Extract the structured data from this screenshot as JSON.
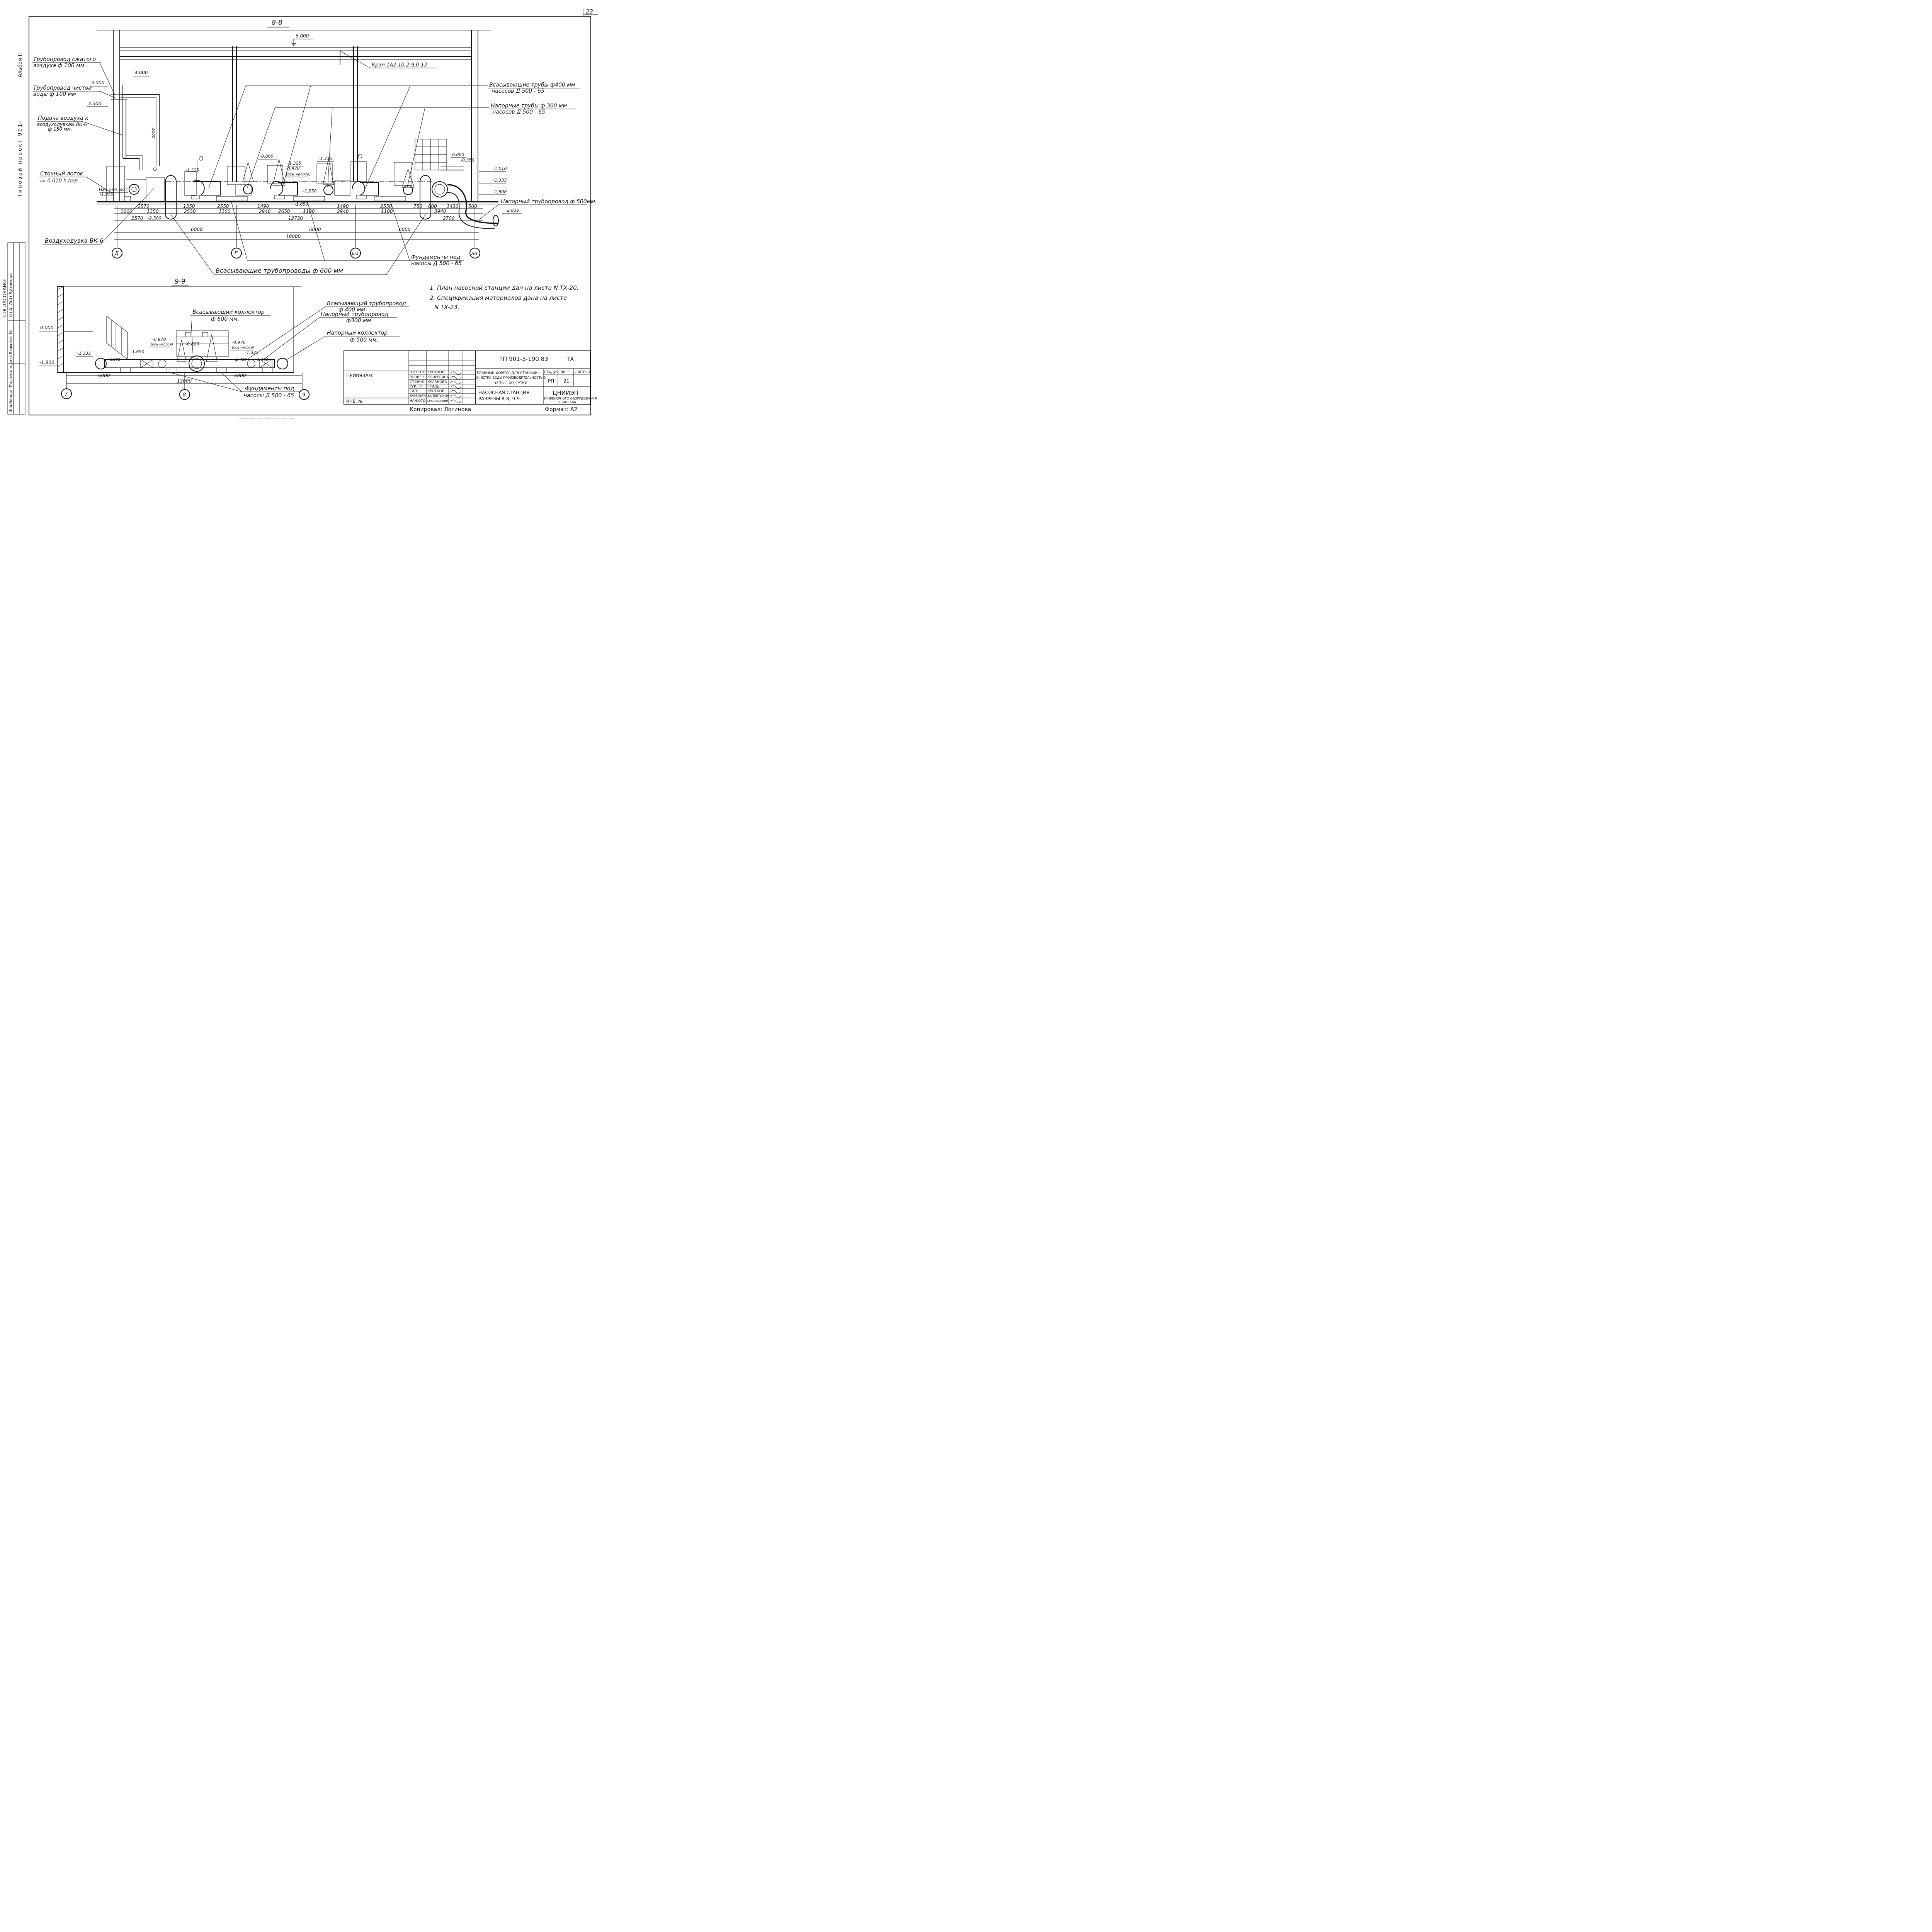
{
  "sheet_number": "23",
  "section_88": {
    "title": "8-8",
    "top_level": "6.000",
    "crane": "Кран 1А2-10,2-9,0-12",
    "compressed_air": [
      "Трубопровод сжатого",
      "воздуха  ф 100 мм"
    ],
    "clean_water": [
      "Трубопровод чистой",
      "воды  ф 100 мм"
    ],
    "air_supply": [
      "Подача воздуха к",
      "воздуходувкам ВК-6",
      "ф 150 мм."
    ],
    "drain": [
      "Сточный лоток",
      "i= 0.010  h пер."
    ],
    "elev_4000": "4.000",
    "elev_3500": "3.500",
    "elev_3300": "3.300",
    "pipe_d100": "ф100",
    "nach_otm": "Нач.отм. лот.",
    "elev_1950": "-1.950",
    "blower": "Воздуходувка ВК-6",
    "suction_pipes": [
      "Всасывающие трубы ф400 мм",
      "насосов  Д 500 - 65"
    ],
    "pressure_pipes": [
      "Напорные трубы  ф 300 мм",
      "насосов  Д 500 - 65"
    ],
    "pressure_main": "Напорный трубопровод ф 500мм.",
    "foundations": [
      "Фундаменты под",
      "насосы Д 500 - 65"
    ],
    "suction_mains": "Всасывающие   трубопроводы   ф 600 мм",
    "levels": {
      "m0800": "-0,800",
      "m1325a": "-1,325",
      "m1325b": "-1,325",
      "m0970": "-0,970",
      "axis_pump": "(ось насоса)",
      "m1335": "-1,335",
      "m1250": "-1,250",
      "m1650": "-1,650",
      "p0000": "0,000",
      "m0350": "-0,350",
      "m1010": "-1,010",
      "m1335r": "-1,335",
      "m1800": "-1,800",
      "m2835": "-2,835",
      "m2500": "-2,500"
    },
    "dims_row1": [
      "1000",
      "2570",
      "1350",
      "2550",
      "1490",
      "2650",
      "1490",
      "2550",
      "750",
      "800",
      "1430",
      "500"
    ],
    "dims_row2": [
      "2530",
      "1100",
      "2940",
      "1100",
      "2940",
      "1100",
      "3940"
    ],
    "dims_row3": [
      "2570",
      "1350",
      "12730",
      "2700"
    ],
    "dims_row4": [
      "6000",
      "6000",
      "6000"
    ],
    "dims_total": "18000",
    "axes": [
      "Д",
      "Г",
      "Б/1",
      "А/1"
    ]
  },
  "section_99": {
    "title": "9-9",
    "level_0": "0.000",
    "level_1800": "-1,800",
    "level_1335": "-1,335",
    "level_1650": "-1,650",
    "level_0970a": "-0,970",
    "axis_pump_a": "(ось насоса)",
    "level_0800": "-0,800",
    "level_0970b": "-0,970",
    "axis_pump_b": "(ось насоса)",
    "level_1325": "-1,325",
    "d300a": "ф300",
    "d400": "ф 400",
    "d300b": "ф 300",
    "suction_collector": [
      "Всасывающий  коллектор",
      "ф 600 мм."
    ],
    "suction_pipe": [
      "Всасывающий трубопровод",
      "ф 400 мм"
    ],
    "pressure_pipe": [
      "Напорный трубопровод",
      "ф300 мм"
    ],
    "pressure_collector": [
      "Напорный  коллектор",
      "ф 500 мм."
    ],
    "foundations": [
      "Фундаменты под",
      "насосы Д 500 - 65"
    ],
    "dims": [
      "6000",
      "6000"
    ],
    "total": "12000",
    "axes": [
      "7",
      "8",
      "9"
    ]
  },
  "notes": [
    "1. План насосной станции дан на листе N ТХ-20.",
    "2. Спецификация материалов дана на листе",
    "N ТХ-23."
  ],
  "side_text": {
    "album": "Альбом II",
    "project": "Типовой проект 901-",
    "agreed": "СОГЛАСОВАНО:",
    "dept": "ОТД.  АСП  Кузнецов",
    "columns": "Инв.№подл.  Подпись и дата  Взам.инв.№"
  },
  "title_block": {
    "privyazan": "ПРИВЯЗАН:",
    "inv_no": "ИНВ. №",
    "roles": [
      "Н.КОНТР.",
      "ПРОВЕР.",
      "СТ.ИНЖ.",
      "РУК.ГР.",
      "ГИП",
      "ЗАМ.НАЧ",
      "НАЧ.ОТД"
    ],
    "names": [
      "КРОТКОВ",
      "КОЧЕРГИНА",
      "КУЛАКОВА",
      "ГРИЛЬ",
      "КРОТКОВ",
      "ЗАПЛЕТОХИН",
      "БРАСЛАВСКИЙ"
    ],
    "code": "ТП  901-3-190.83",
    "mark": "ТХ",
    "description": [
      "ГЛАВНЫЙ КОРПУС ДЛЯ СТАНЦИИ",
      "ОЧИСТКИ ВОДЫ ПРОИЗВОДИТЕЛЬНОСТЬЮ",
      "32 ТЫС. М3/СУТКИ"
    ],
    "sheet_title": [
      "НАСОСНАЯ  СТАНЦИЯ.",
      "РАЗРЕЗЫ 8-8; 9-9."
    ],
    "stage_label": "СТАДИЯ",
    "sheet_label": "ЛИСТ",
    "sheets_label": "ЛИСТОВ",
    "stage": "РП",
    "sheet": "21",
    "org": "ЦНИИЭП",
    "org_full": [
      "ИНЖЕНЕРНОГО ОБОРУДОВАНИЯ",
      "г. МОСКВА"
    ],
    "copied": "Копировал: Логинова",
    "format": "Формат: А2"
  }
}
